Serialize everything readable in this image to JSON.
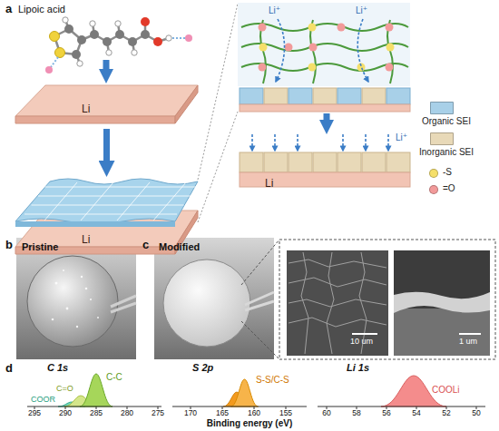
{
  "diagram": {
    "nodes": [
      {
        "text": [
          "Li"
        ]
      },
      {
        "text": [
          "Li"
        ]
      },
      {
        "text": [
          "Li"
        ]
      }
    ],
    "edges": [
      {
        "from": 0,
        "to": 1,
        "arrow": "to"
      }
    ],
    "labels": [
      "a",
      "Lipoic acid",
      "Li⁺",
      "Li⁺",
      "Li⁺",
      "b",
      "Pristine",
      "c",
      "Modified",
      "10 um",
      "1 um",
      "d",
      "C 1s",
      "C-C",
      "C=O",
      "COOR",
      "S 2p",
      "S-S/C-S",
      "Li 1s",
      "COOLi",
      "295",
      "290",
      "285",
      "280",
      "275",
      "170",
      "165",
      "160",
      "155",
      "60",
      "58",
      "56",
      "54",
      "52",
      "50",
      "Binding energy (eV)"
    ],
    "legend": [
      {
        "text": "Organic SEI",
        "color": "#a8d0e8"
      },
      {
        "text": "Inorganic SEI",
        "color": "#e8d9b8"
      },
      {
        "text": "-S",
        "color": "#f5df6a"
      },
      {
        "text": "=O",
        "color": "#f29a9a"
      }
    ]
  }
}
